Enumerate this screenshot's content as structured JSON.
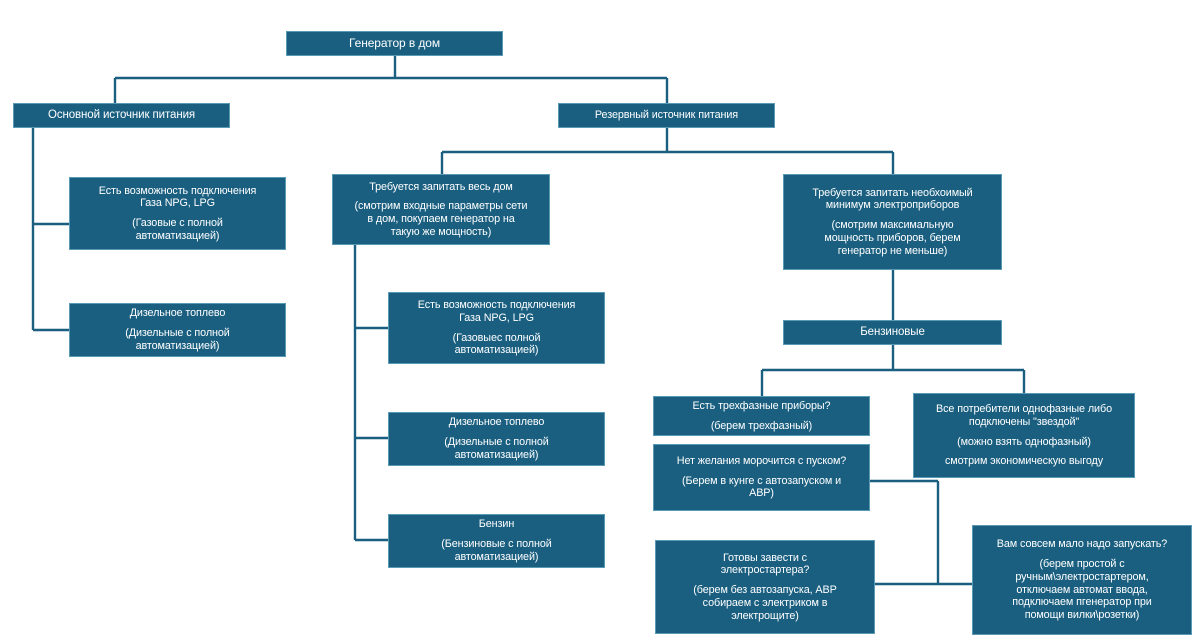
{
  "diagram": {
    "title": "Генератор в дом",
    "accent_color": "#1a5f80",
    "edge_color": "#1a5f80",
    "border_color": "#5b9ab5",
    "text_color": "#ffffff",
    "background": "#ffffff",
    "type": "flowchart"
  },
  "nodes": {
    "root": {
      "lines": [
        "Генератор в дом"
      ]
    },
    "main_source": {
      "lines": [
        "Основной источник питания"
      ]
    },
    "backup_source": {
      "lines": [
        "Резервный источник питания"
      ]
    },
    "main_gas": {
      "head": [
        "Есть возможность подключения",
        "Газа NPG, LPG"
      ],
      "sub": [
        "(Газовые с полной",
        "автоматизацией)"
      ]
    },
    "main_diesel": {
      "head": [
        "Дизельное топлево"
      ],
      "sub": [
        "(Дизельные с полной",
        "автоматизацией)"
      ]
    },
    "whole_house": {
      "head": [
        "Требуется запитать весь дом"
      ],
      "sub": [
        "(смотрим входные параметры сети",
        "в дом, покупаем генератор на",
        "такую же мощность)"
      ]
    },
    "min_devices": {
      "head": [
        "Требуется запитать необхоимый",
        "минимум электроприборов"
      ],
      "sub": [
        "(смотрим максимальную",
        "мощность приборов, берем",
        "генератор не меньше)"
      ]
    },
    "backup_gas": {
      "head": [
        "Есть возможность подключения",
        "Газа NPG, LPG"
      ],
      "sub": [
        "(Газовыес полной",
        "автоматизацией)"
      ]
    },
    "backup_diesel": {
      "head": [
        "Дизельное топлево"
      ],
      "sub": [
        "(Дизельные с полной",
        "автоматизацией)"
      ]
    },
    "backup_petrol": {
      "head": [
        "Бензин"
      ],
      "sub": [
        "(Бензиновые с полной",
        "автоматизацией)"
      ]
    },
    "petrol_type": {
      "lines": [
        "Бензиновые"
      ]
    },
    "three_phase": {
      "head": [
        "Есть трехфазные приборы?"
      ],
      "sub": [
        "(берем трехфазный)"
      ]
    },
    "single_phase": {
      "head": [
        "Все потребители однофазные либо",
        "подключены \"звездой\""
      ],
      "sub": [
        "(можно взять однофазный)"
      ],
      "sub2": [
        "смотрим экономическую выгоду"
      ]
    },
    "no_hassle": {
      "head": [
        "Нет желания морочится с пуском?"
      ],
      "sub": [
        "(Берем в кунге с автозапуском и",
        "АВР)"
      ]
    },
    "electric_start": {
      "head": [
        "Готовы завести с",
        "электростартера?"
      ],
      "sub": [
        "(берем без автозапуска, АВР",
        "собираем с электриком в",
        "электрощите)"
      ]
    },
    "rare_use": {
      "head": [
        "Вам совсем мало надо запускать?"
      ],
      "sub": [
        "(берем простой с",
        "ручным\\электростартером,",
        "отключаем автомат ввода,",
        "подключаем пгенератор при",
        "помощи вилки\\розетки)"
      ]
    }
  }
}
